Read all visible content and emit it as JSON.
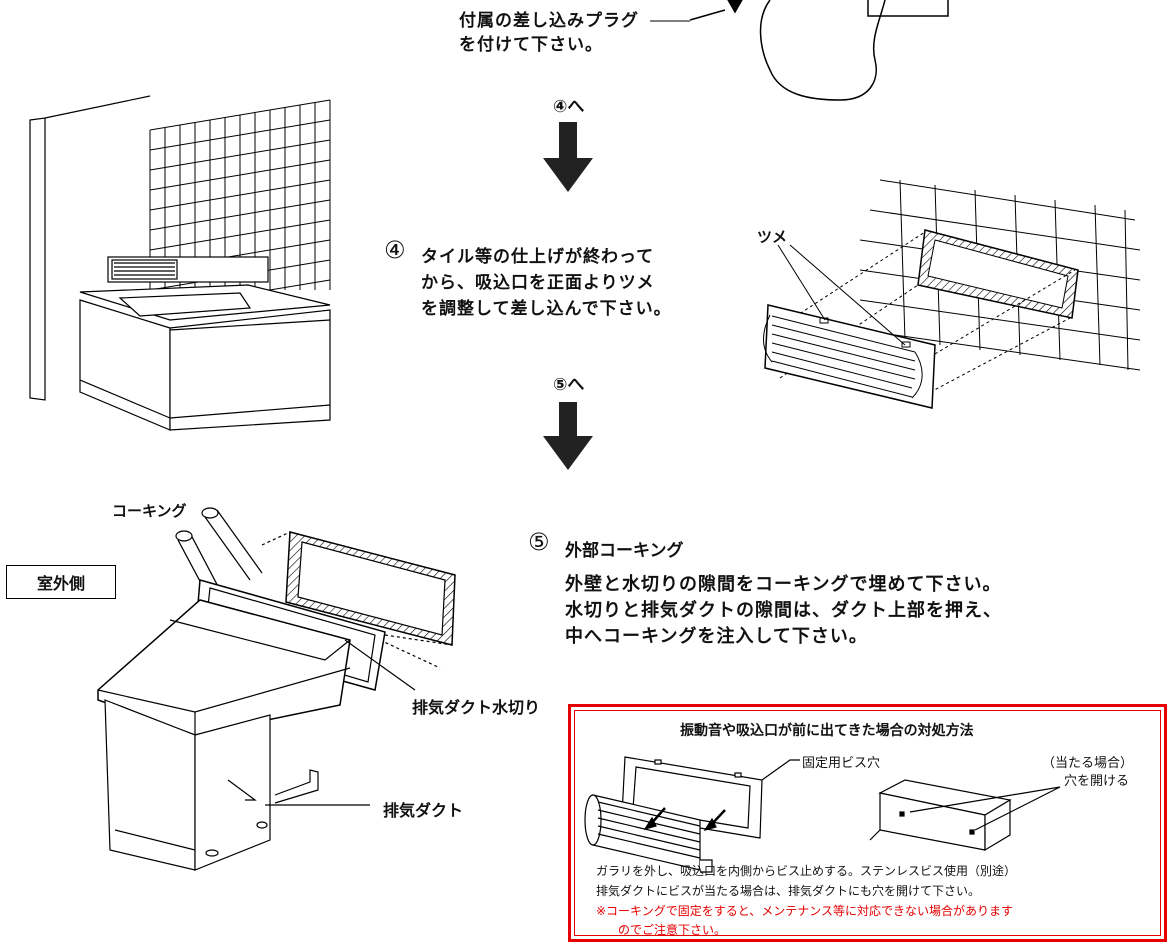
{
  "top": {
    "plug_line1": "付属の差し込みプラグ",
    "plug_line2": "を付けて下さい。"
  },
  "arrows": {
    "to4": "④へ",
    "to5": "⑤へ"
  },
  "step4": {
    "number": "④",
    "line1": "タイル等の仕上げが終わって",
    "line2": "から、吸込口を正面よりツメ",
    "line3": "を調整して差し込んで下さい。",
    "claw_label": "ツメ"
  },
  "step5": {
    "number": "⑤",
    "title": "外部コーキング",
    "line1": "外壁と水切りの隙間をコーキングで埋めて下さい。",
    "line2": "水切りと排気ダクトの隙間は、ダクト上部を押え、",
    "line3": "中へコーキングを注入して下さい。"
  },
  "labels": {
    "caulking": "コーキング",
    "outdoor_side": "室外側",
    "duct_flashing": "排気ダクト水切り",
    "exhaust_duct": "排気ダクト"
  },
  "notice": {
    "title": "振動音や吸込口が前に出てきた場合の対処方法",
    "screw_hole": "固定用ビス穴",
    "if_hit": "（当たる場合）",
    "make_hole": "穴を開ける",
    "body1": "ガラリを外し、吸込口を内側からビス止めする。ステンレスビス使用（別途）",
    "body2": "排気ダクトにビスが当たる場合は、排気ダクトにも穴を開けて下さい。",
    "warn1": "※コーキングで固定をすると、メンテナンス等に対応できない場合があります",
    "warn2": "のでご注意下さい。",
    "border_color": "#e60000"
  }
}
